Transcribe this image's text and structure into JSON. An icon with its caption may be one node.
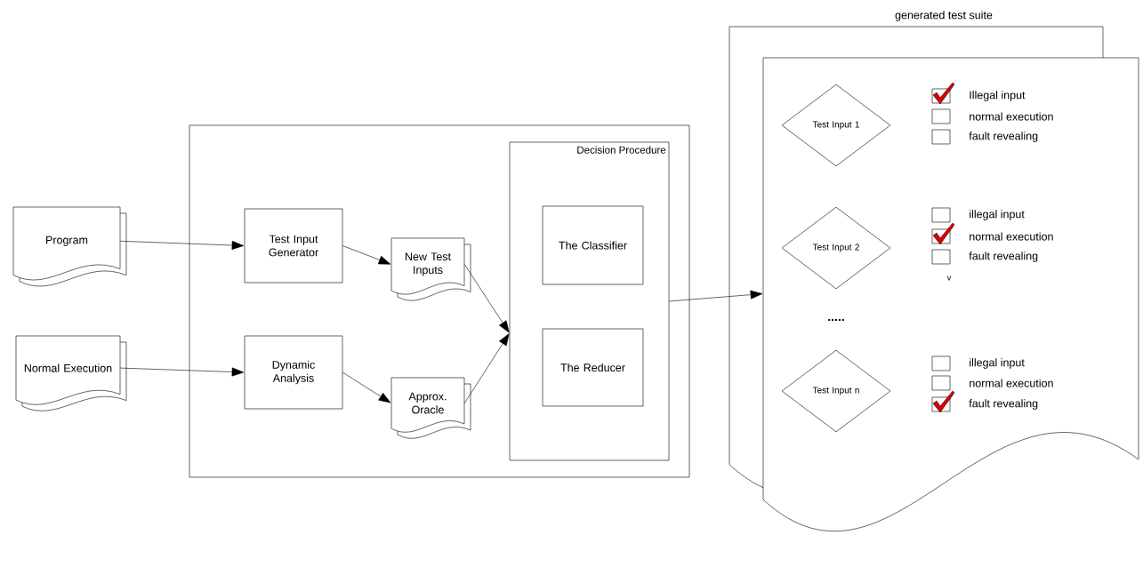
{
  "diagram": {
    "nodes": [
      {
        "text": [
          "Program"
        ]
      },
      {
        "text": [
          "Normal Execution"
        ]
      },
      {
        "text": [],
        "shape": "box"
      },
      {
        "text": [
          "Test Input Generator"
        ],
        "in": 2
      },
      {
        "text": [
          "Dynamic Analysis"
        ],
        "in": 2
      },
      {
        "text": [
          "New Test Inputs"
        ],
        "in": 2
      },
      {
        "text": [
          "Approx. Oracle"
        ],
        "in": 2
      },
      {
        "text": [
          "Decision Procedure"
        ],
        "in": 2
      },
      {
        "text": [
          "The Classifier"
        ],
        "in": 7
      },
      {
        "text": [
          "The Reducer"
        ],
        "in": 7
      },
      {
        "text": [
          "generated test suite"
        ]
      },
      {
        "text": [
          "Test Input 1"
        ],
        "in": 10
      },
      {
        "text": [
          "Test Input 2"
        ],
        "in": 10
      },
      {
        "text": [
          "Test Input n"
        ],
        "in": 10
      }
    ],
    "edges": [
      {
        "from": 0,
        "to": 3,
        "arrow": "to"
      },
      {
        "from": 1,
        "to": 4,
        "arrow": "to"
      },
      {
        "from": 3,
        "to": 5,
        "arrow": "to"
      },
      {
        "from": 4,
        "to": 6,
        "arrow": "to"
      },
      {
        "from": 5,
        "to": 7,
        "arrow": "to"
      },
      {
        "from": 6,
        "to": 7,
        "arrow": "to"
      },
      {
        "from": 7,
        "to": 10,
        "arrow": "to"
      }
    ],
    "labels": [
      "Illegal input",
      "normal execution",
      "fault revealing",
      "illegal input",
      "normal execution",
      "fault revealing",
      "v",
      ".....",
      "illegal input",
      "normal execution",
      "fault revealing"
    ]
  }
}
